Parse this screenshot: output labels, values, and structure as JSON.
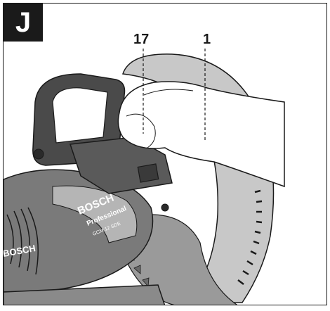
{
  "figure": {
    "label": "J",
    "callouts": {
      "hand": "17",
      "blade_guard": "1"
    },
    "brand_text": "BOSCH",
    "brand_sub": "Professional",
    "model_text": "GCM 12 SDE",
    "colors": {
      "outline": "#1a1a1a",
      "saw_body_dark": "#4a4a4a",
      "saw_body_mid": "#7a7a7a",
      "saw_body_light": "#b5b5b5",
      "guard_light": "#c8c8c8",
      "hand": "#ffffff"
    }
  }
}
